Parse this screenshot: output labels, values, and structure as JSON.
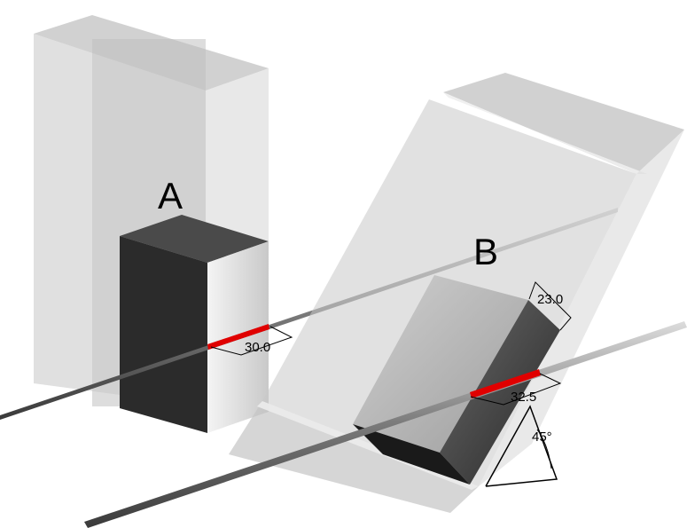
{
  "labels": {
    "block_a": "A",
    "block_b": "B"
  },
  "dimensions": {
    "a_contact_length": "30.0",
    "b_contact_length": "32.5",
    "b_edge_length": "23.0",
    "tilt_angle": "45°"
  },
  "colors": {
    "container": "#c8c8c8",
    "block_dark": "#2a2a2a",
    "block_light": "#e6e6e6",
    "contact_line": "#e00000",
    "rod": "#8a8a8a",
    "dimension_lines": "#000000"
  }
}
